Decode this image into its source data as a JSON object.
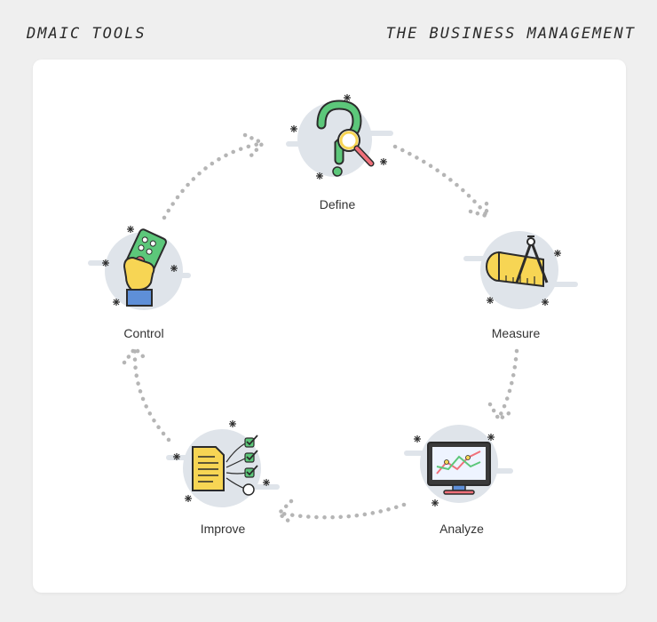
{
  "header": {
    "left_title": "DMAIC TOOLS",
    "right_title": "THE BUSINESS MANAGEMENT"
  },
  "steps": [
    {
      "label": "Define",
      "icon": "question-magnifier-icon"
    },
    {
      "label": "Measure",
      "icon": "tape-compass-icon"
    },
    {
      "label": "Analyze",
      "icon": "monitor-chart-icon"
    },
    {
      "label": "Improve",
      "icon": "document-checklist-icon"
    },
    {
      "label": "Control",
      "icon": "hand-remote-icon"
    }
  ],
  "colors": {
    "background": "#efefef",
    "card": "#ffffff",
    "blob": "#dfe4ea",
    "outline": "#2b2b2b",
    "green": "#5cc77a",
    "yellow": "#f7d554",
    "red": "#f0707a",
    "arrow_dots": "#b5b5b5"
  }
}
